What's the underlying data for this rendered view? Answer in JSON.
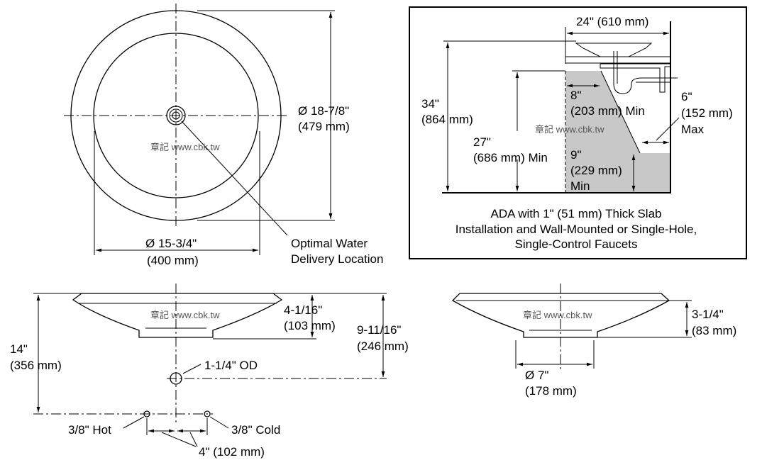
{
  "watermark": "章記 www.cbk.tw",
  "top_view": {
    "outer_diameter": [
      "Ø 18-7/8\"",
      "(479 mm)"
    ],
    "inner_diameter": [
      "Ø 15-3/4\"",
      "(400 mm)"
    ],
    "drain_note": [
      "Optimal Water",
      "Delivery Location"
    ]
  },
  "ada_panel": {
    "width_dim": "24\" (610 mm)",
    "height_34": [
      "34\"",
      "(864 mm)"
    ],
    "height_27": [
      "27\"",
      "(686 mm) Min"
    ],
    "depth_8": [
      "8\"",
      "(203 mm) Min"
    ],
    "max_6": [
      "6\"",
      "(152 mm)",
      "Max"
    ],
    "toe_9": [
      "9\"",
      "(229 mm)",
      "Min"
    ],
    "caption": [
      "ADA with 1\" (51 mm) Thick Slab",
      "Installation and Wall-Mounted or Single-Hole,",
      "Single-Control Faucets"
    ]
  },
  "side_view": {
    "bowl_height": [
      "4-1/16\"",
      "(103 mm)"
    ],
    "drain_height": [
      "9-11/16\"",
      "(246 mm)"
    ],
    "supply_height": [
      "14\"",
      "(356 mm)"
    ],
    "drain_od": "1-1/4\" OD",
    "hot": "3/8\" Hot",
    "cold": "3/8\" Cold",
    "spacing": "4\" (102 mm)"
  },
  "front_view": {
    "height": [
      "3-1/4\"",
      "(83 mm)"
    ],
    "base_diameter": [
      "Ø 7\"",
      "(178 mm)"
    ]
  }
}
